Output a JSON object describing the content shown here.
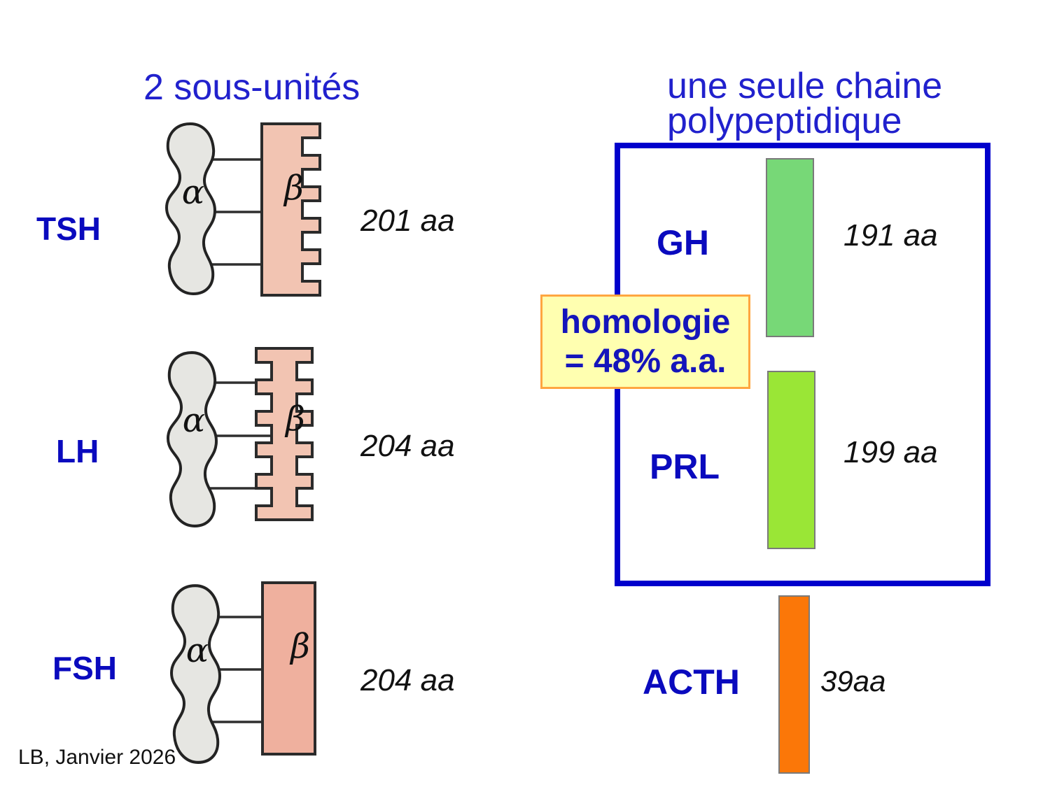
{
  "titles": {
    "left": "2 sous-unités",
    "right_line1": "une seule chaine",
    "right_line2": "polypeptidique"
  },
  "greek": {
    "alpha": "α",
    "beta": "β"
  },
  "two_subunit": {
    "hormones": [
      {
        "name": "TSH",
        "length": "201 aa"
      },
      {
        "name": "LH",
        "length": "204 aa"
      },
      {
        "name": "FSH",
        "length": "204 aa"
      }
    ]
  },
  "single_chain": {
    "hormones": [
      {
        "name": "GH",
        "length": "191 aa",
        "bar_color": "#77d877"
      },
      {
        "name": "PRL",
        "length": "199 aa",
        "bar_color": "#9ae636"
      },
      {
        "name": "ACTH",
        "length": "39aa",
        "bar_color": "#fb7708"
      }
    ],
    "homology_note": {
      "line1": "homologie",
      "line2": "= 48% a.a."
    }
  },
  "footer": "LB, Janvier 2026",
  "colors": {
    "title_blue": "#2121cd",
    "label_blue": "#0a0abe",
    "box_border_blue": "#0000cc",
    "note_bg": "#ffffb0",
    "note_border": "#ffa640",
    "alpha_fill": "#e6e6e2",
    "beta_fill": "#f2c4b2",
    "beta_fill_fsh": "#efb09e",
    "gh_green": "#77d877",
    "prl_green": "#9ae636",
    "acth_orange": "#fb7708"
  }
}
